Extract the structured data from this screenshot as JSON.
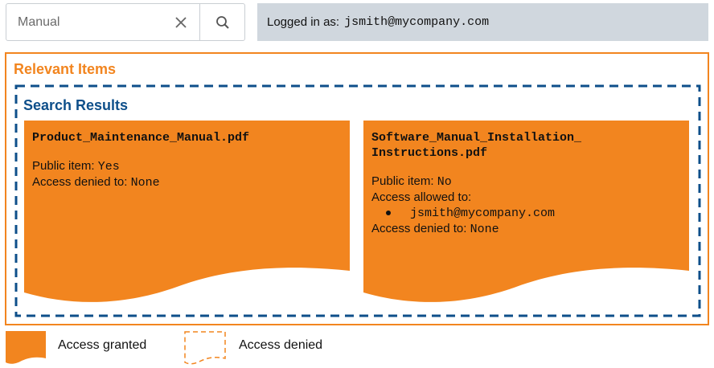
{
  "search": {
    "placeholder": "Manual",
    "value": "",
    "clear_icon": "close-icon",
    "search_icon": "search-icon"
  },
  "login": {
    "label": "Logged in as:",
    "user": "jsmith@mycompany.com"
  },
  "relevant_items": {
    "title": "Relevant Items",
    "color": "#f2851f"
  },
  "search_results": {
    "title": "Search Results",
    "color": "#0e4f8a"
  },
  "cards": [
    {
      "filename": "Product_Maintenance_Manual.pdf",
      "public_label": "Public item:",
      "public_value": "Yes",
      "denied_label": "Access denied to:",
      "denied_value": "None"
    },
    {
      "filename_line1": "Software_Manual_Installation_",
      "filename_line2": "Instructions.pdf",
      "public_label": "Public item:",
      "public_value": "No",
      "allowed_label": "Access allowed to:",
      "allowed_users": [
        "jsmith@mycompany.com"
      ],
      "denied_label": "Access denied to:",
      "denied_value": "None"
    }
  ],
  "legend": {
    "granted_label": "Access granted",
    "denied_label": "Access denied",
    "granted_color": "#f2851f"
  }
}
